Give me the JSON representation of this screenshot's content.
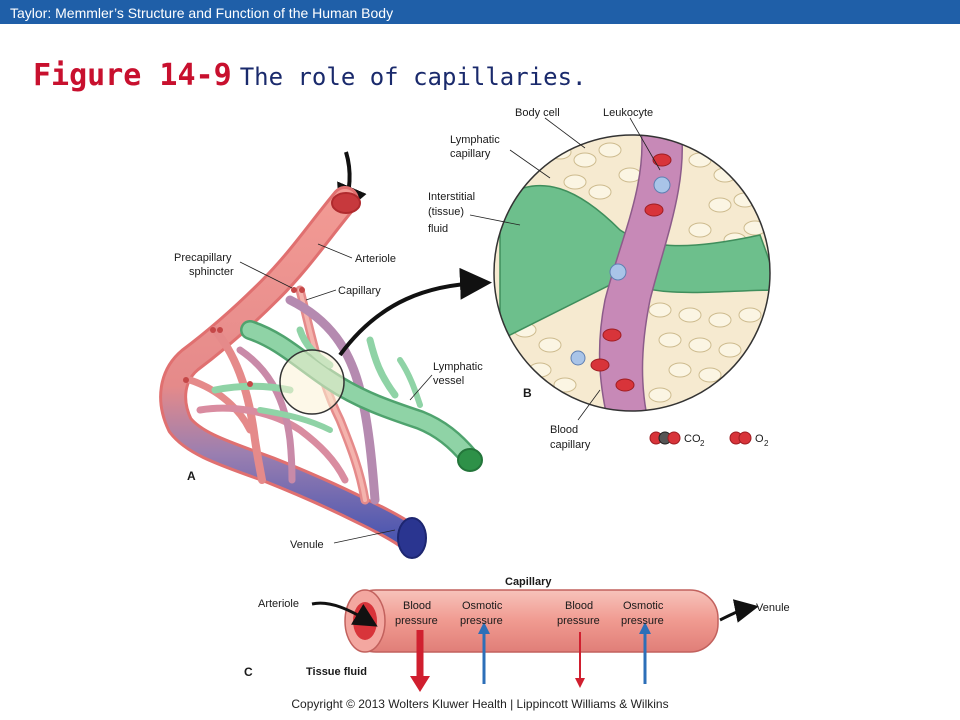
{
  "header": {
    "book_title": "Taylor: Memmler’s Structure and Function of the Human Body"
  },
  "figure": {
    "number": "Figure 14-9",
    "caption": "The role of capillaries."
  },
  "panel_a": {
    "letter": "A",
    "labels": {
      "precapillary_line1": "Precapillary",
      "precapillary_line2": "sphincter",
      "arteriole": "Arteriole",
      "capillary": "Capillary",
      "lymphatic_vessel_line1": "Lymphatic",
      "lymphatic_vessel_line2": "vessel",
      "venule": "Venule"
    }
  },
  "panel_b": {
    "letter": "B",
    "labels": {
      "body_cell": "Body cell",
      "leukocyte": "Leukocyte",
      "lymphatic_capillary_line1": "Lymphatic",
      "lymphatic_capillary_line2": "capillary",
      "interstitial_line1": "Interstitial",
      "interstitial_line2": "(tissue)",
      "interstitial_line3": "fluid",
      "blood_capillary_line1": "Blood",
      "blood_capillary_line2": "capillary"
    },
    "legend": {
      "co2": "CO",
      "co2_sub": "2",
      "o2": "O",
      "o2_sub": "2"
    }
  },
  "panel_c": {
    "letter": "C",
    "labels": {
      "capillary": "Capillary",
      "arteriole": "Arteriole",
      "venule": "Venule",
      "tissue_fluid": "Tissue fluid",
      "blood_pressure_1_line1": "Blood",
      "blood_pressure_1_line2": "pressure",
      "osmotic_pressure_1_line1": "Osmotic",
      "osmotic_pressure_1_line2": "pressure",
      "blood_pressure_2_line1": "Blood",
      "blood_pressure_2_line2": "pressure",
      "osmotic_pressure_2_line1": "Osmotic",
      "osmotic_pressure_2_line2": "pressure"
    }
  },
  "colors": {
    "header_bar": "#1f5fa8",
    "figure_number": "#c8102e",
    "caption": "#1a2a6c",
    "artery": "#ef8a86",
    "vein": "#5560b8",
    "lymph": "#6dbf8c"
  },
  "footer": {
    "copyright": "Copyright © 2013 Wolters Kluwer Health | Lippincott Williams & Wilkins"
  }
}
